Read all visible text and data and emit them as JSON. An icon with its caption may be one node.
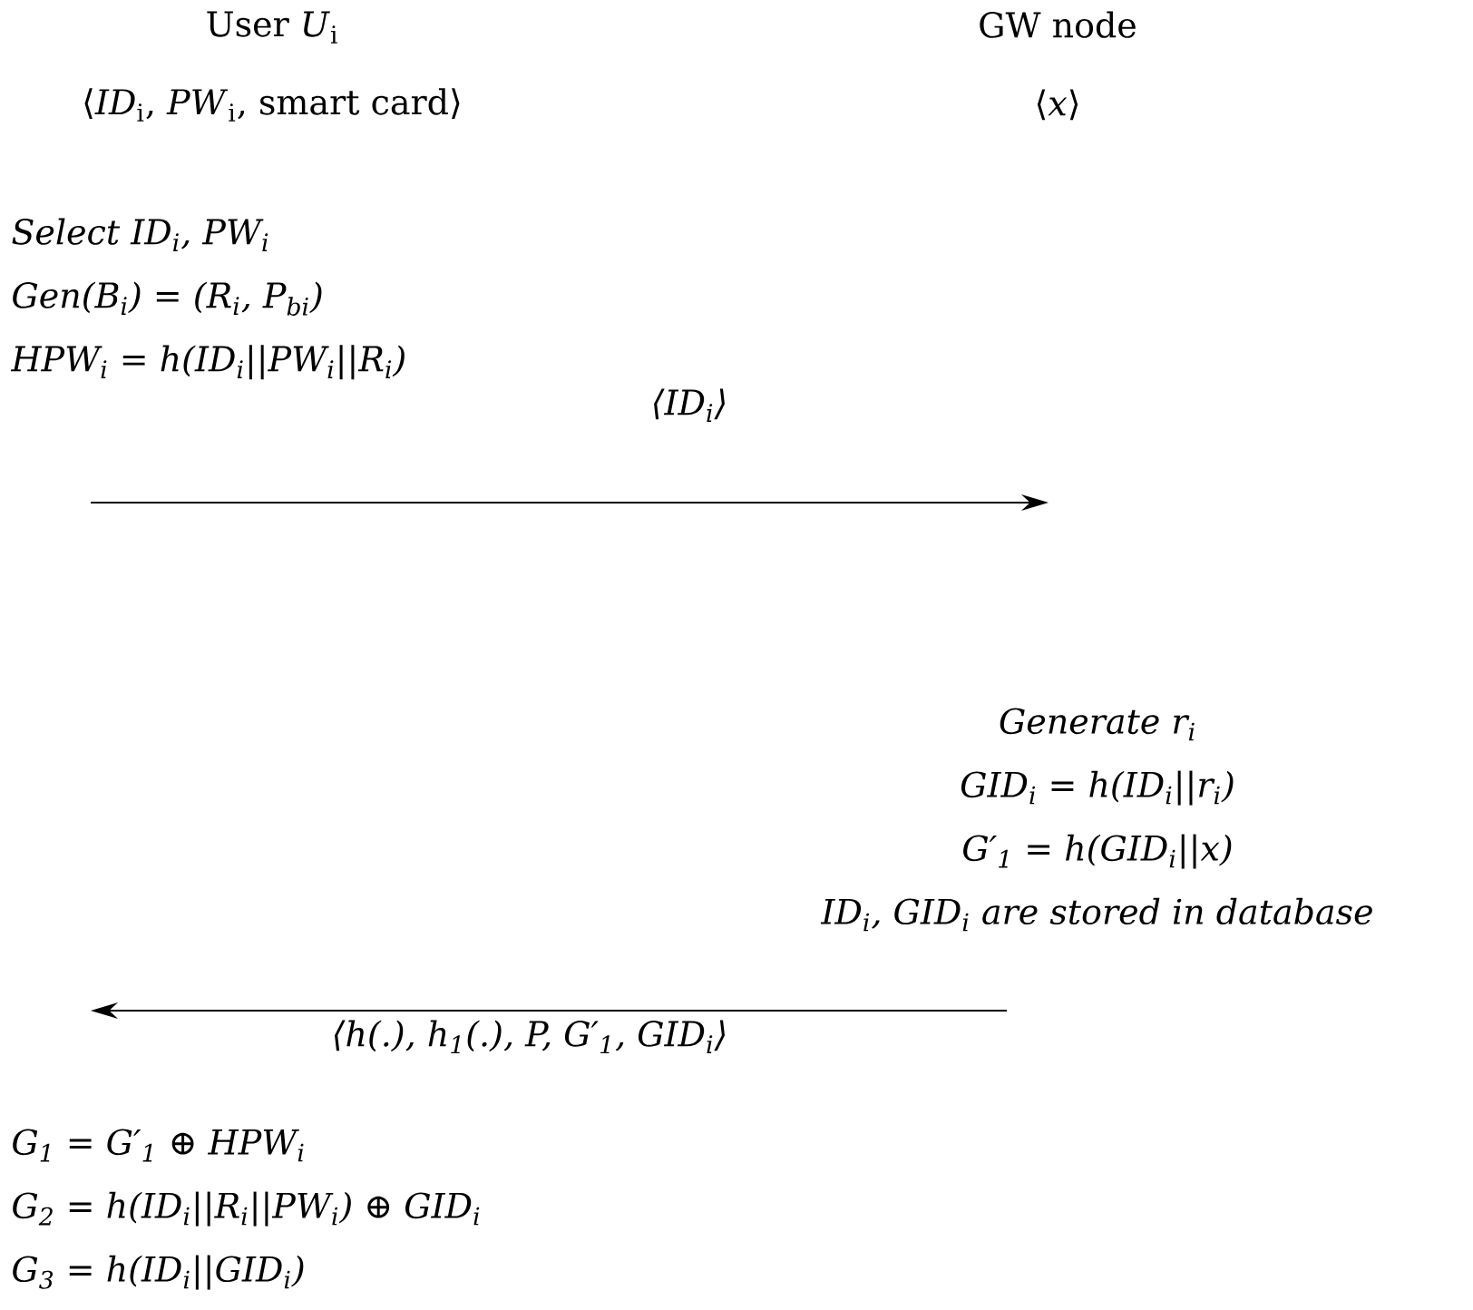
{
  "diagram": {
    "nodes": [
      {
        "text": [
          "User *U*$_{i}$",
          "⟨*ID*$_{i}$, *PW*$_{i}$, smart card⟩"
        ]
      },
      {
        "text": [
          "GW node",
          "⟨*x*⟩"
        ]
      },
      {
        "text": [
          "Select ID$_{i}$, PW$_{i}$",
          "Gen(B$_{i}$) = (R$_{i}$, P$_{bi}$)",
          "HPW$_{i}$ = h(ID$_{i}$||PW$_{i}$||R$_{i}$)"
        ]
      },
      {
        "text": [
          "Generate r$_{i}$",
          "GID$_{i}$ = h(ID$_{i}$||r$_{i}$)",
          "G′$_{1}$ = h(GID$_{i}$||x)",
          "ID$_{i}$, GID$_{i}$ are stored in database"
        ]
      },
      {
        "text": [
          "G$_{1}$ = G′$_{1}$ ⊕ HPW$_{i}$",
          "G$_{2}$ = h(ID$_{i}$||R$_{i}$||PW$_{i}$) ⊕ GID$_{i}$",
          "G$_{3}$ = h(ID$_{i}$||GID$_{i}$)"
        ]
      }
    ],
    "edges": [
      {
        "from": 2,
        "to": null,
        "arrow": "to",
        "label": "⟨ID$_{i}$⟩"
      },
      {
        "from": 3,
        "to": 4,
        "arrow": "to",
        "label": "⟨h(.), h$_{1}$(.), P, G′$_{1}$, GID$_{i}$⟩"
      }
    ]
  }
}
